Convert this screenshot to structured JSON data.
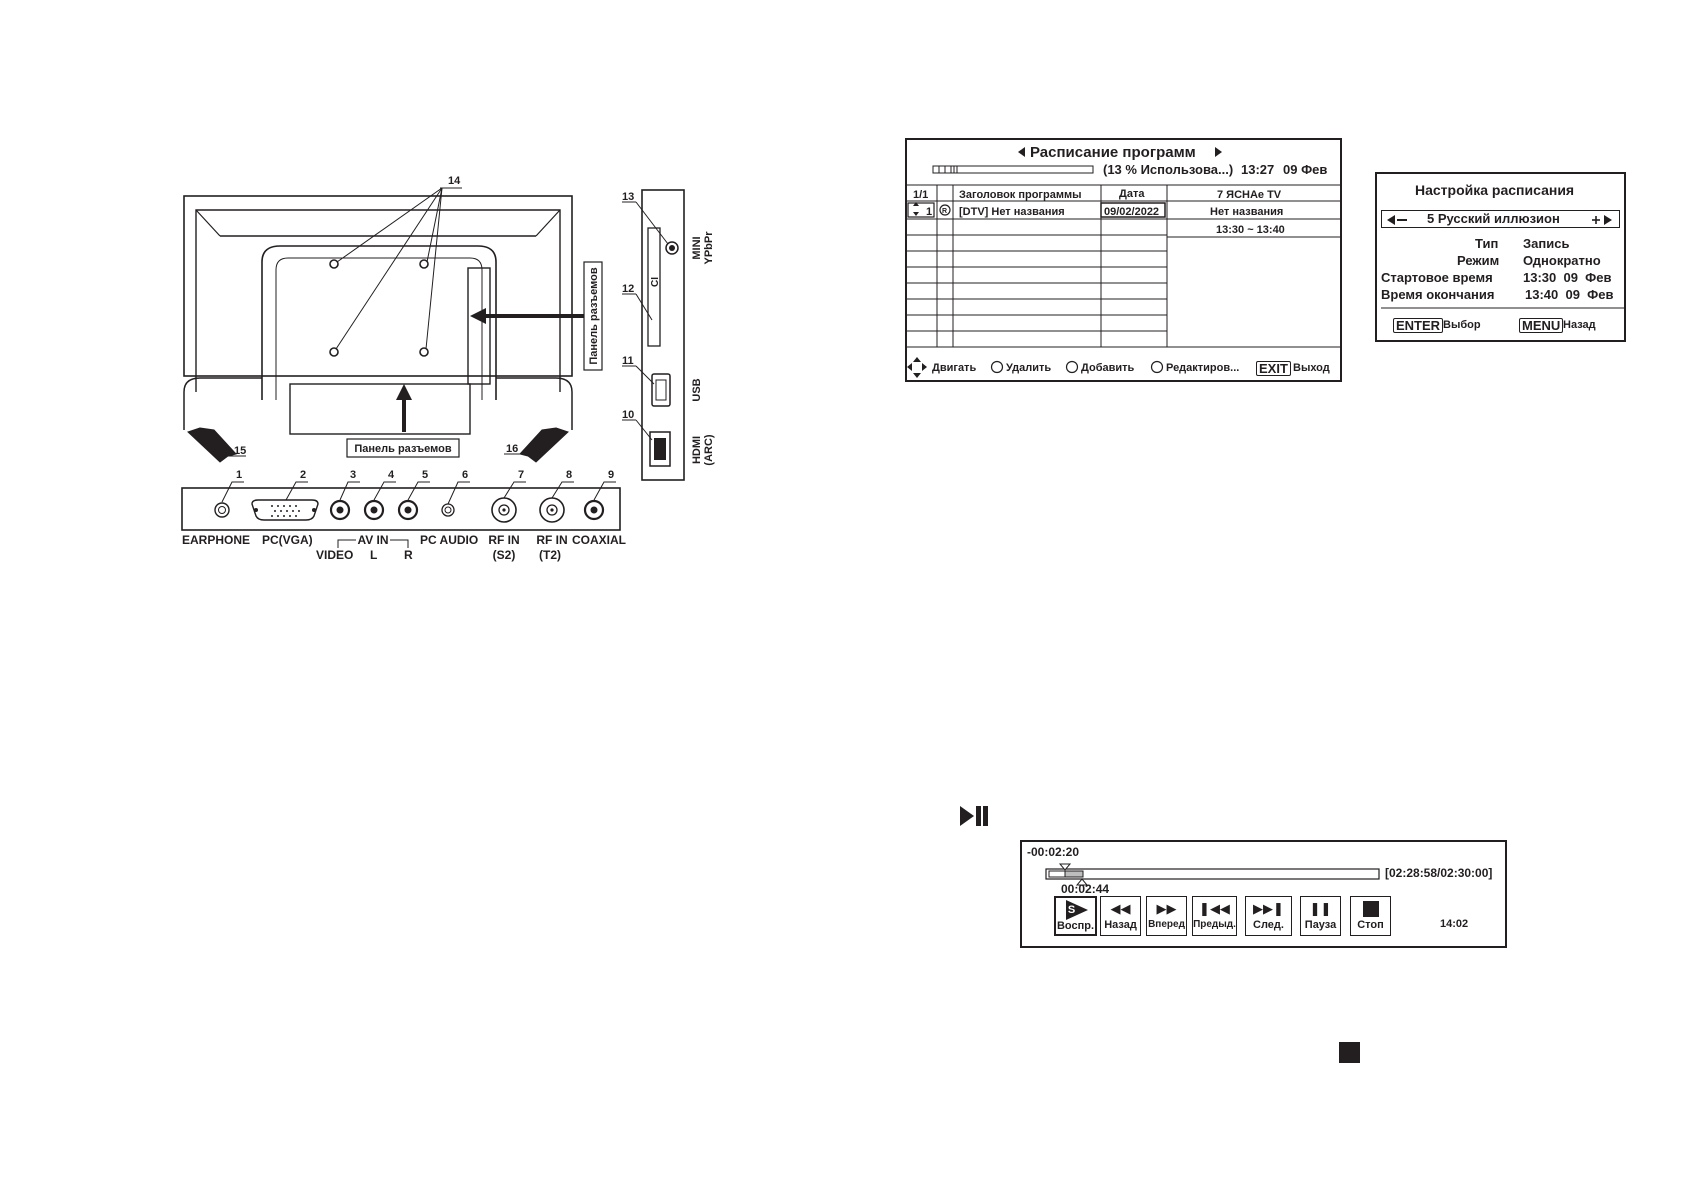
{
  "diagram": {
    "callouts": [
      "1",
      "2",
      "3",
      "4",
      "5",
      "6",
      "7",
      "8",
      "9",
      "10",
      "11",
      "12",
      "13",
      "14",
      "15",
      "16"
    ],
    "panel_label_bottom": "Панель разъемов",
    "panel_label_side": "Панель разъемов",
    "side_ports": {
      "ci": "CI",
      "mini_ypbpr_line1": "MINI",
      "mini_ypbpr_line2": "YPbPr",
      "usb": "USB",
      "hdmi_line1": "HDMI",
      "hdmi_line2": "(ARC)"
    },
    "bottom_ports": {
      "earphone": "EARPHONE",
      "pcvga": "PC(VGA)",
      "av_in": "AV IN",
      "video": "VIDEO",
      "l": "L",
      "r": "R",
      "pc_audio": "PC AUDIO",
      "rfin_s2_line1": "RF IN",
      "rfin_s2_line2": "(S2)",
      "rfin_t2_line1": "RF IN",
      "rfin_t2_line2": "(T2)",
      "coaxial": "COAXIAL"
    }
  },
  "schedule": {
    "title": "Расписание программ",
    "usage": "(13 % Использова...)",
    "time": "13:27",
    "date": "09 Фев",
    "usage_fraction": 0.13,
    "page": "1/1",
    "col_title": "Заголовок программы",
    "col_date": "Дата",
    "channel": "7 ЯСНАе TV",
    "row_num": "1",
    "row_title": "[DTV] Нет названия",
    "row_date": "09/02/2022",
    "info_name": "Нет названия",
    "info_time": "13:30 ~ 13:40",
    "footer": {
      "move": "Двигать",
      "delete": "Удалить",
      "add": "Добавить",
      "edit": "Редактиров...",
      "exit_key": "EXIT",
      "exit": "Выход"
    }
  },
  "settings": {
    "title": "Настройка расписания",
    "channel": "5 Русский иллюзион",
    "type_label": "Тип",
    "type_value": "Запись",
    "mode_label": "Режим",
    "mode_value": "Однократно",
    "start_label": "Стартовое время",
    "start_value": "13:30  09  Фев",
    "end_label": "Время окончания",
    "end_value": "13:40  09  Фев",
    "enter_key": "ENTER",
    "enter_label": "Выбор",
    "menu_key": "MENU",
    "menu_label": "Назад"
  },
  "player": {
    "remaining": "-00:02:20",
    "position": "00:02:44",
    "total": "[02:28:58/02:30:00]",
    "clock": "14:02",
    "btn_play_glyph": "S",
    "btn_play": "Воспр.",
    "btn_back": "Назад",
    "btn_fwd": "Вперед",
    "btn_prev": "Предыд.",
    "btn_next": "След.",
    "btn_pause": "Пауза",
    "btn_stop": "Стоп"
  }
}
